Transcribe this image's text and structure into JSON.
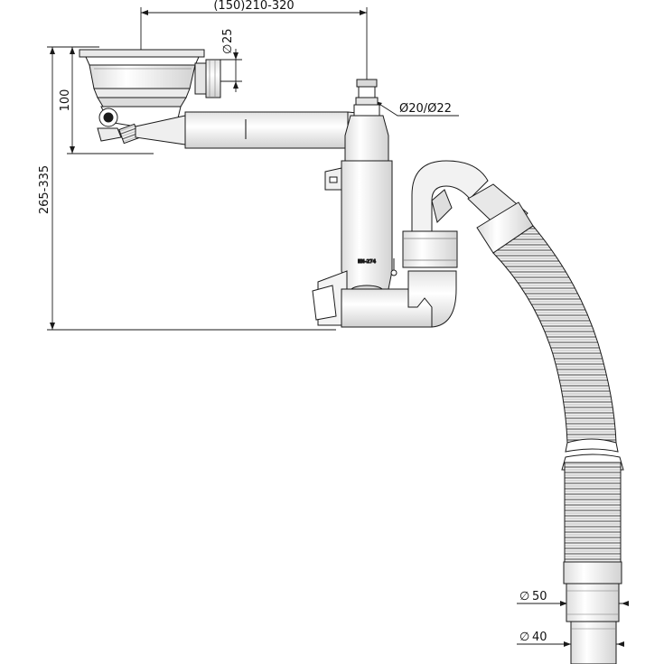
{
  "dimensions": {
    "width_range": "(150)210-320",
    "height_total": "265-335",
    "height_basin": "100",
    "diameter_overflow": "25",
    "diameter_dishwasher": "Ø20/Ø22",
    "diameter_outlet_50": "50",
    "diameter_outlet_40": "40",
    "diameter_symbol": "∅"
  },
  "labels": {
    "body_marking": "EN-274"
  },
  "colors": {
    "line": "#1a1a1a",
    "fill_light": "#f4f4f4",
    "fill_mid": "#e6e6e6",
    "fill_dark": "#cfcfcf"
  }
}
